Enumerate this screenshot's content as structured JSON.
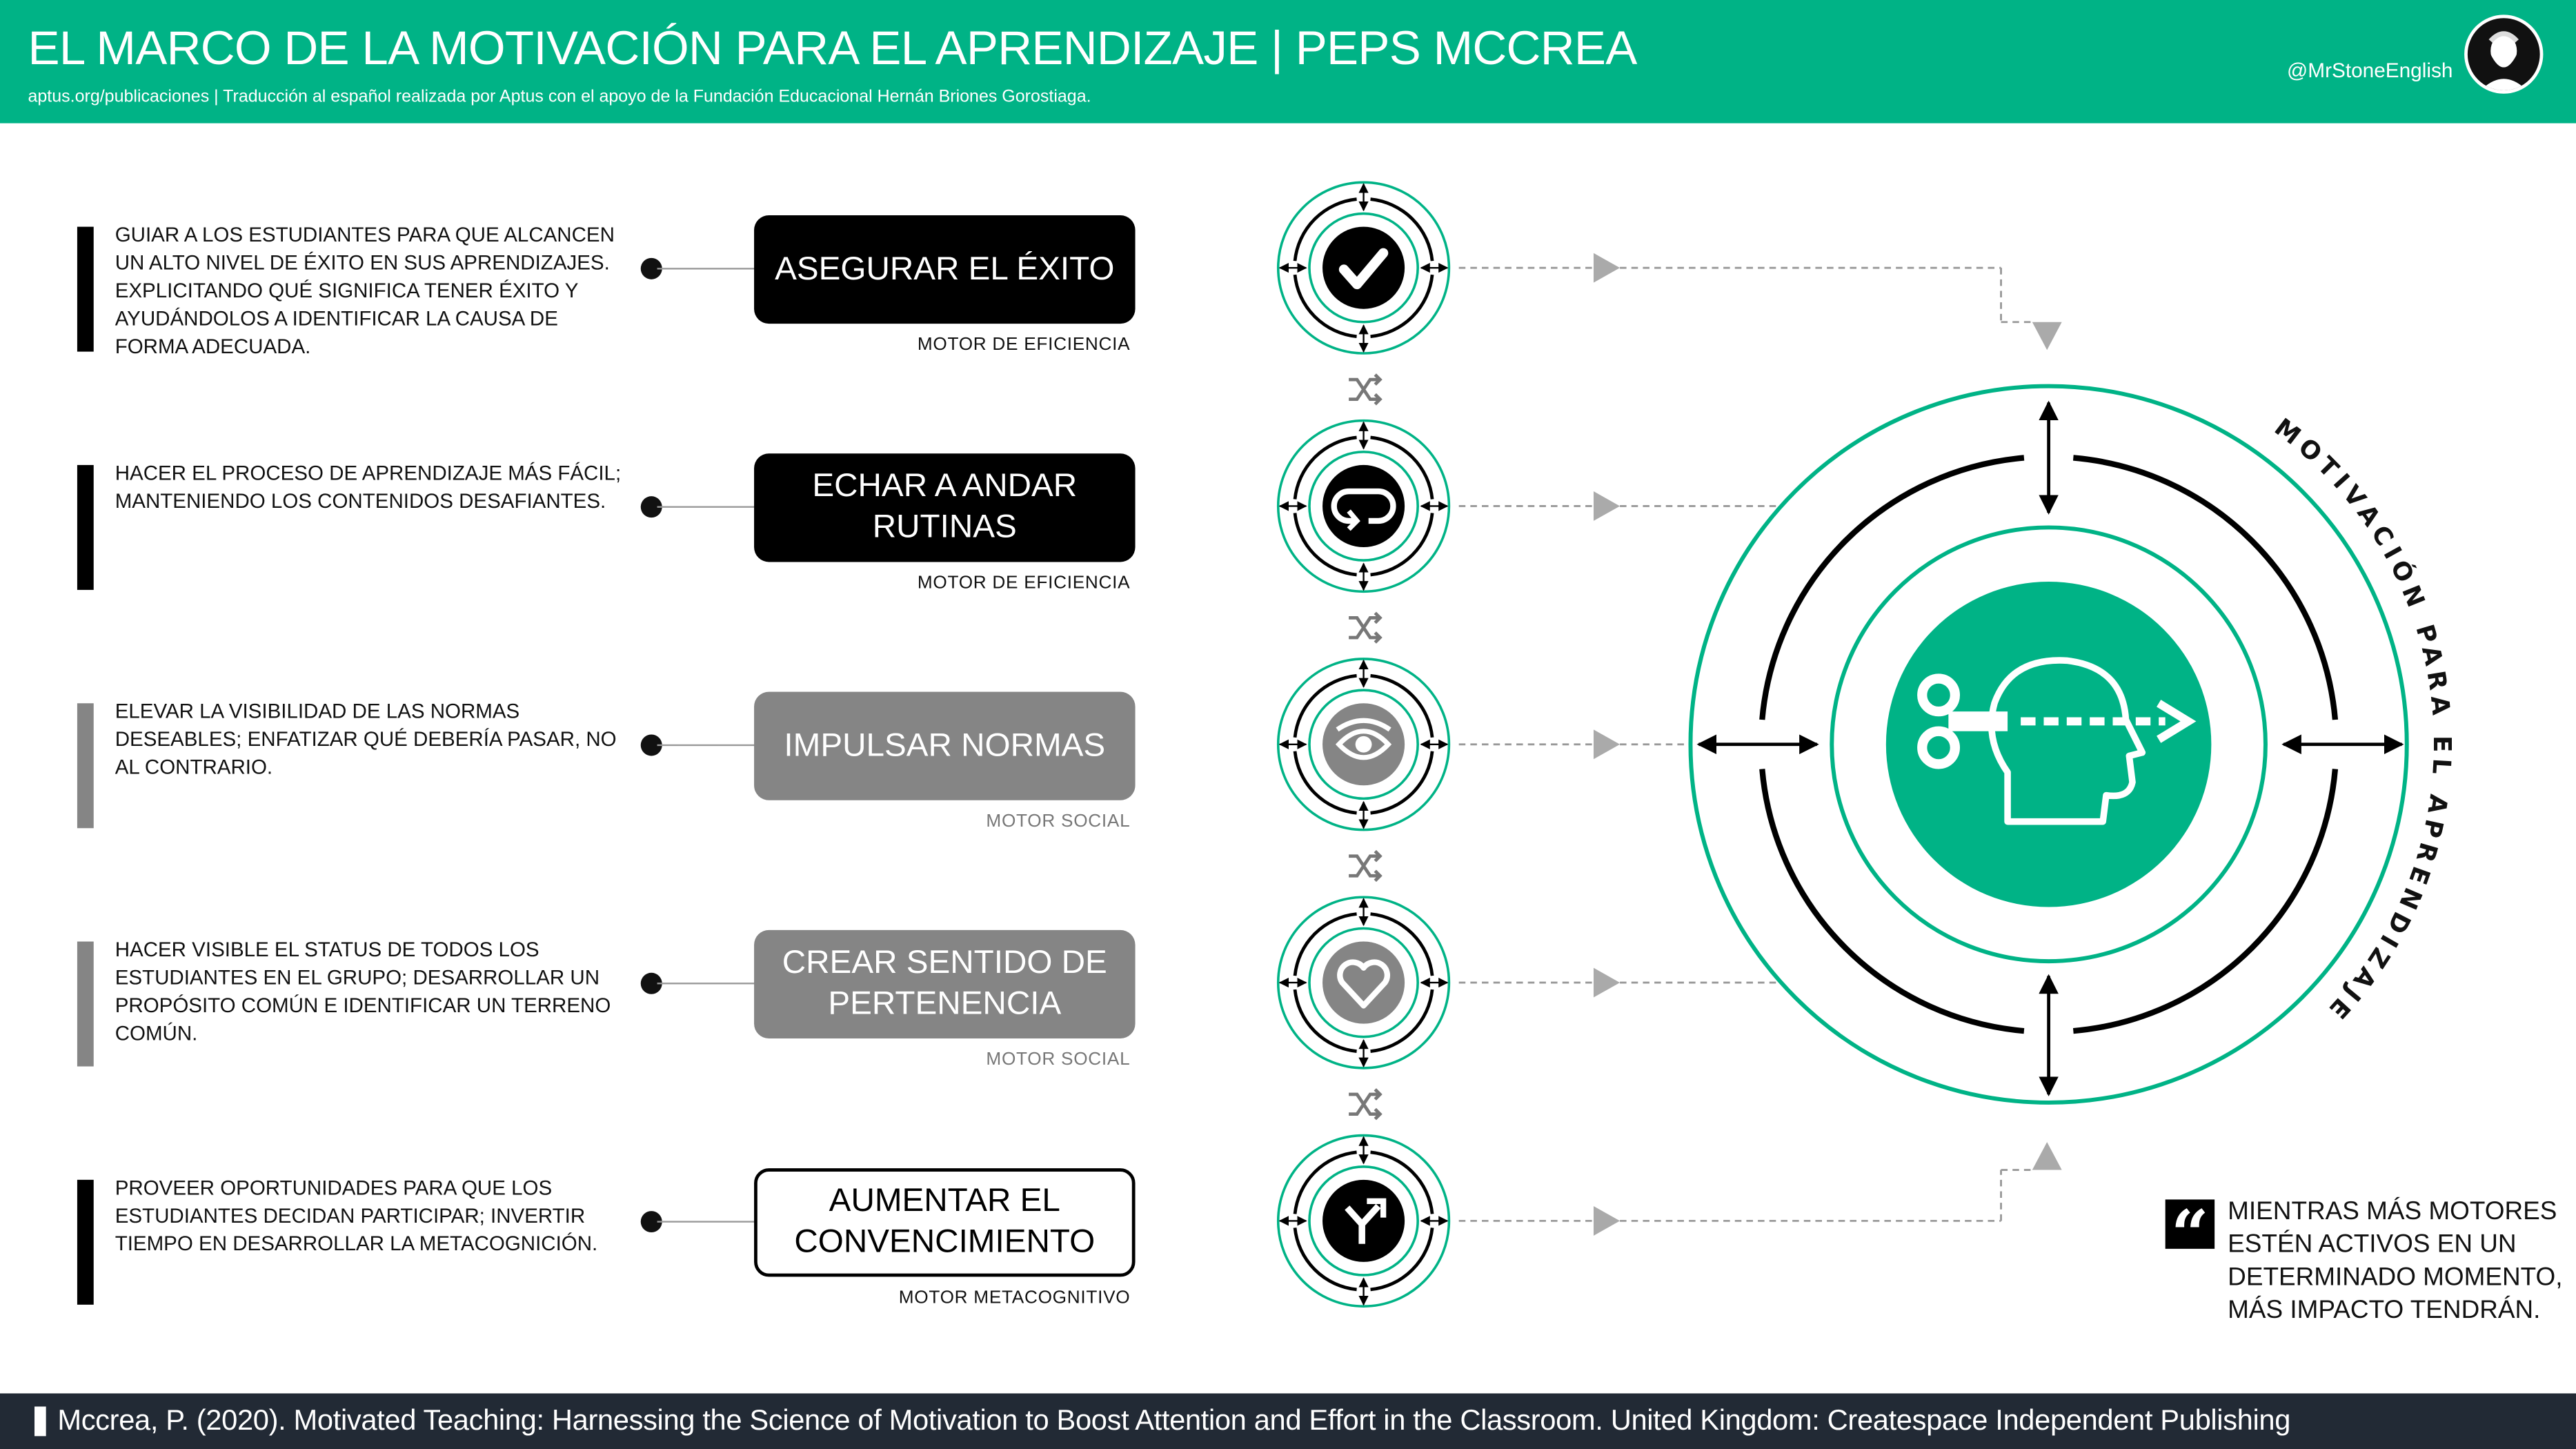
{
  "header": {
    "title": "EL MARCO DE LA MOTIVACIÓN PARA EL APRENDIZAJE | PEPS MCCREA",
    "subtitle": "aptus.org/publicaciones  |  Traducción al español realizada por Aptus con el apoyo de la Fundación Educacional Hernán Briones Gorostiaga.",
    "handle": "@MrStoneEnglish",
    "avatar_icon": "author-portrait"
  },
  "colors": {
    "brand_green": "#00b386",
    "footer_dark": "#222a35",
    "gray": "#858585",
    "black": "#000000"
  },
  "rows": [
    {
      "description": "Guiar a los estudiantes para que alcancen un alto nivel de éxito en sus aprendizajes. Explicitando qué significa tener éxito y ayudándolos a identificar la causa de forma adecuada.",
      "label": "ASEGURAR EL ÉXITO",
      "motor": "MOTOR DE EFICIENCIA",
      "style": "black",
      "icon": "check-icon"
    },
    {
      "description": "Hacer el proceso de aprendizaje más fácil; manteniendo los contenidos desafiantes.",
      "label": "ECHAR A ANDAR RUTINAS",
      "motor": "MOTOR DE EFICIENCIA",
      "style": "black",
      "icon": "loop-icon"
    },
    {
      "description": "Elevar la visibilidad de las normas deseables; enfatizar qué debería pasar, no al contrario.",
      "label": "IMPULSAR NORMAS",
      "motor": "MOTOR SOCIAL",
      "style": "gray",
      "icon": "eye-icon"
    },
    {
      "description": "Hacer visible el status de todos los estudiantes en el grupo; desarrollar un propósito común e identificar un terreno común.",
      "label": "CREAR SENTIDO DE PERTENENCIA",
      "motor": "MOTOR SOCIAL",
      "style": "gray",
      "icon": "heart-icon"
    },
    {
      "description": "Proveer oportunidades para que los estudiantes decidan participar; invertir tiempo en desarrollar la metacognición.",
      "label": "AUMENTAR EL CONVENCIMIENTO",
      "motor": "MOTOR METACOGNITIVO",
      "style": "white",
      "icon": "fork-arrow-icon"
    }
  ],
  "center": {
    "arc_text": "MOTIVACIÓN PARA EL APRENDIZAJE",
    "icon": "wind-up-key-head-icon"
  },
  "quote": {
    "icon": "quote-icon",
    "lines": [
      "Mientras más motores",
      "estén activos en un",
      "determinado momento,",
      "más impacto tendrán."
    ]
  },
  "footer": {
    "reference": "Mccrea, P. (2020). Motivated Teaching: Harnessing the Science of Motivation to Boost Attention and Effort in the Classroom. United Kingdom: Createspace Independent Publishing"
  }
}
